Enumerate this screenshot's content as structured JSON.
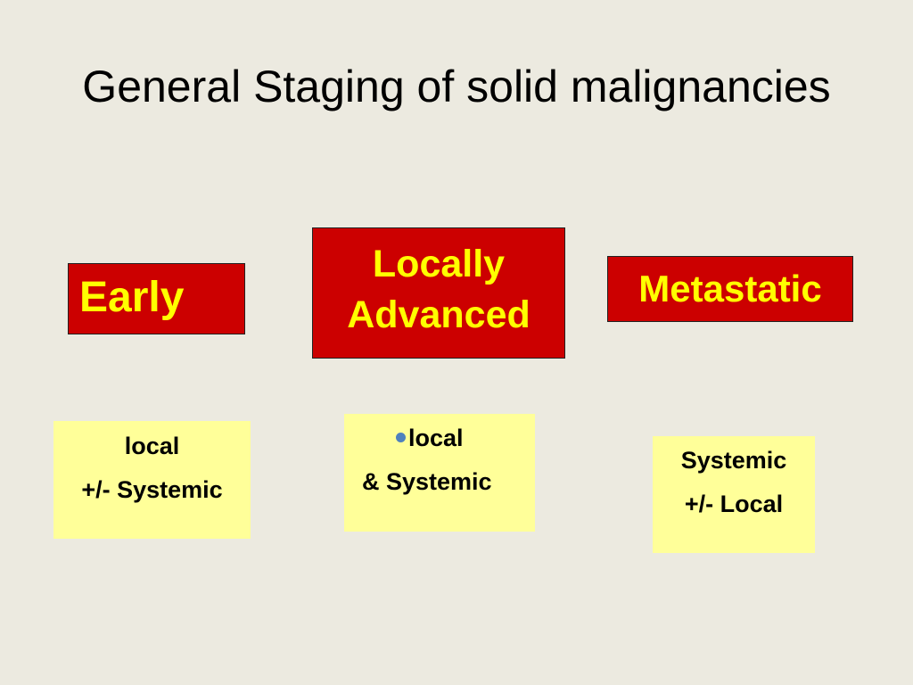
{
  "slide": {
    "title": "General Staging of solid malignancies"
  },
  "stages": {
    "early": {
      "label": "Early"
    },
    "locally_advanced": {
      "line1": "Locally",
      "line2": "Advanced"
    },
    "metastatic": {
      "label": "Metastatic"
    }
  },
  "notes": {
    "early": {
      "line1": "local",
      "line2": "+/- Systemic"
    },
    "locally_advanced": {
      "line1": "local",
      "line2": "& Systemic",
      "bullet_icon": "bullet-dot-icon"
    },
    "metastatic": {
      "line1": "Systemic",
      "line2": "+/- Local"
    }
  },
  "colors": {
    "background": "#eceae0",
    "stage_box": "#cc0000",
    "stage_text": "#ffff00",
    "note_box": "#ffff99",
    "bullet": "#4f81bd"
  }
}
